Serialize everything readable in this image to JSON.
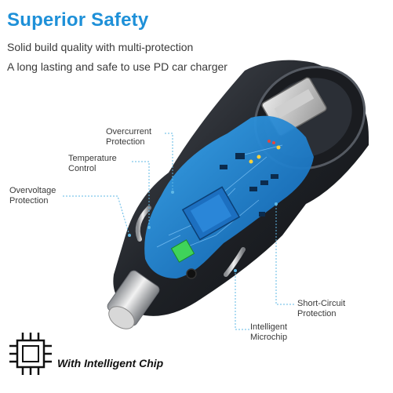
{
  "header": {
    "title": "Superior Safety",
    "subtitle_1": "Solid build quality with multi-protection",
    "subtitle_2": "A long lasting and safe to use PD car charger"
  },
  "callouts": {
    "overcurrent": [
      "Overcurrent",
      "Protection"
    ],
    "temperature": [
      "Temperature",
      "Control"
    ],
    "overvoltage": [
      "Overvoltage",
      "Protection"
    ],
    "short_circuit": [
      "Short-Circuit",
      "Protection"
    ],
    "microchip": [
      "Intelligent",
      "Microchip"
    ]
  },
  "badge": {
    "label": "With Intelligent Chip",
    "icon": "chip-icon"
  },
  "colors": {
    "accent": "#1e90d8",
    "body": "#2a2d33",
    "pcb": "#1f7fd1",
    "callout_line": "#5fb8e6"
  }
}
